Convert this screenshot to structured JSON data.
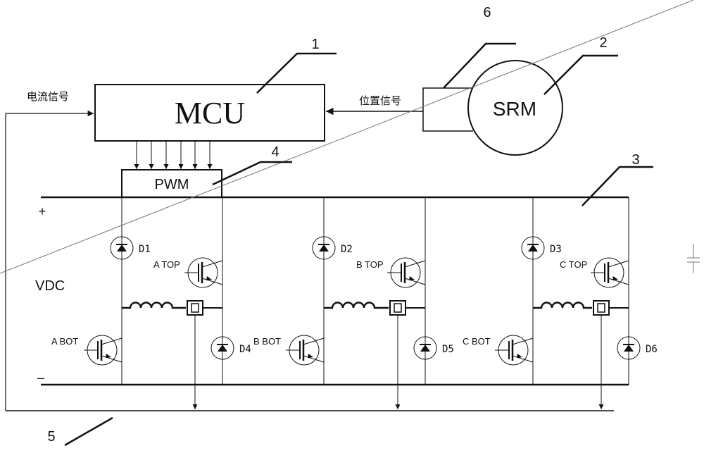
{
  "mcu_label": "MCU",
  "pwm_label": "PWM",
  "srm_label": "SRM",
  "current_signal_label": "电流信号",
  "position_signal_label": "位置信号",
  "vdc_label": "VDC",
  "plus_label": "+",
  "minus_label": "–",
  "callouts": [
    "1",
    "2",
    "3",
    "4",
    "5",
    "6"
  ],
  "phases": [
    {
      "top_label": "A TOP",
      "bot_label": "A BOT",
      "upper_diode": "D1",
      "lower_diode": "D4"
    },
    {
      "top_label": "B TOP",
      "bot_label": "B BOT",
      "upper_diode": "D2",
      "lower_diode": "D5"
    },
    {
      "top_label": "C TOP",
      "bot_label": "C BOT",
      "upper_diode": "D3",
      "lower_diode": "D6"
    }
  ],
  "colors": {
    "line": "#111111",
    "background": "#ffffff"
  }
}
